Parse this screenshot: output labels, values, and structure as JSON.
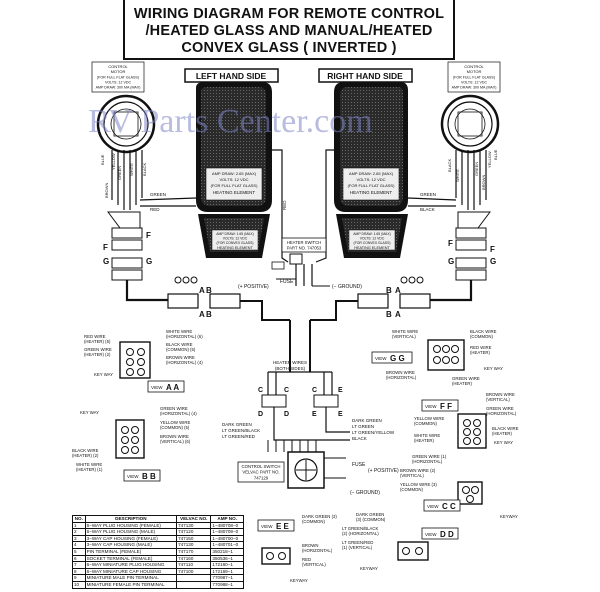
{
  "title": {
    "line1": "WIRING DIAGRAM FOR REMOTE CONTROL",
    "line2": "/HEATED GLASS AND MANUAL/HEATED",
    "line3": "CONVEX GLASS ( INVERTED )"
  },
  "watermark": "RV Parts Center.com",
  "sides": {
    "left": "LEFT HAND SIDE",
    "right": "RIGHT HAND SIDE"
  },
  "motor": {
    "line1": "CONTROL",
    "line2": "MOTOR",
    "line3": "(FOR FULL FLAT GLASS)",
    "line4": "VOLTS: 12 VDC",
    "line5": "AMP DRAW: 300 MA (MAX)"
  },
  "element_upper": {
    "line1": "AMP DRAW: 2.65 (MAX)",
    "line2": "VOLTS: 12 VDC",
    "line3": "(FOR FULL FLAT GLASS)",
    "line4": "HEATING ELEMENT"
  },
  "element_lower": {
    "line1": "AMP DRAW: 1.65 (MAX)",
    "line2": "VOLTS: 12 VDC",
    "line3": "(FOR CONVEX GLASS)",
    "line4": "HEATING ELEMENT"
  },
  "motor_wires": [
    "BLUE",
    "YELLOW",
    "BROWN",
    "GREEN",
    "WHITE",
    "BLACK"
  ],
  "wire_labels": {
    "green": "GREEN",
    "red": "RED",
    "black": "BLACK",
    "red2": "RED"
  },
  "heater_switch": {
    "line1": "HEATER SWITCH",
    "line2": "PART NO. 747053"
  },
  "power": {
    "positive": "(+ POSITIVE)",
    "fuse": "FUSE",
    "ground": "(− GROUND)"
  },
  "heater_wires": {
    "line1": "HEATER WIRES",
    "line2": "(BOTH SIDES)"
  },
  "letters": {
    "A": "A",
    "B": "B",
    "C": "C",
    "D": "D",
    "E": "E",
    "F": "F",
    "G": "G"
  },
  "control_switch": {
    "line1": "CONTROL SWITCH",
    "line2": "VELVAC PART NO.",
    "line3": "747129"
  },
  "switch_wires": [
    "DARK GREEN",
    "LT GREEN",
    "LT GREEN/YELLOW",
    "BLACK",
    "DARK GREEN",
    "LT GREEN/BLACK",
    "LT GREEN/RED"
  ],
  "bottom_power": {
    "fuse": "FUSE",
    "positive": "(+ POSITIVE)",
    "ground": "(− GROUND)"
  },
  "views": {
    "aa": {
      "label": "VIEW",
      "id": "A A"
    },
    "bb": {
      "label": "VIEW",
      "id": "B B"
    },
    "gg": {
      "label": "VIEW",
      "id": "G G"
    },
    "ff": {
      "label": "VIEW",
      "id": "F F"
    },
    "ee": {
      "label": "VIEW",
      "id": "E E"
    },
    "cc": {
      "label": "VIEW",
      "id": "C C"
    },
    "dd": {
      "label": "VIEW",
      "id": "D D"
    }
  },
  "view_aa_labels": {
    "white": "WHITE WIRE",
    "white2": "(HORIZONTAL) (6)",
    "red": "RED WIRE",
    "red2": "(HEATER) (5)",
    "green": "GREEN WIRE",
    "green2": "(HEATER) (2)",
    "black": "BLACK WIRE",
    "black2": "(COMMON) (5)",
    "brown": "BROWN WIRE",
    "brown2": "(HORIZONTAL) (4)",
    "keyway": "KEY WAY"
  },
  "view_bb_labels": {
    "green": "GREEN WIRE",
    "green2": "(HORIZONTAL) (4)",
    "keyway": "KEY WAY",
    "yellow": "YELLOW WIRE",
    "yellow2": "(COMMON) (5)",
    "brown": "BROWN WIRE",
    "brown2": "(VERTICAL) (6)",
    "black": "BLACK WIRE",
    "black2": "(HEATER) (2)",
    "white": "WHITE WIRE",
    "white2": "(HEATER) (1)"
  },
  "view_gg_labels": {
    "white": "WHITE WIRE",
    "white2": "(VERTICAL)",
    "black": "BLACK WIRE",
    "black2": "(COMMON)",
    "red": "RED WIRE",
    "red2": "(HEATER)",
    "green": "GREEN WIRE",
    "green2": "(HEATER)",
    "brown": "BROWN WIRE",
    "brown2": "(HORIZONTAL)",
    "keyway": "KEY WAY"
  },
  "view_ff_labels": {
    "brown": "BROWN WIRE",
    "brown2": "(VERTICAL)",
    "green": "GREEN WIRE",
    "green2": "(HORIZONTAL)",
    "yellow": "YELLOW WIRE",
    "yellow2": "(COMMON)",
    "white": "WHITE WIRE",
    "white2": "(HEATER)",
    "black": "BLACK WIRE",
    "black2": "(HEATER)",
    "keyway": "KEY WAY"
  },
  "view_cc_labels": {
    "green": "GREEN WIRE (1)",
    "green2": "(HORIZONTAL)",
    "brown": "BROWN WIRE (2)",
    "brown2": "(VERTICAL)",
    "yellow": "YELLOW WIRE (3)",
    "yellow2": "(COMMON)",
    "keyway": "KEYWAY"
  },
  "view_ee_labels": {
    "dg": "DARK GREEN (3)",
    "dg2": "(COMMON)",
    "brown": "BROWN",
    "brown2": "(HORIZONTAL)",
    "red": "RED",
    "red2": "(VERTICAL)",
    "keyway": "KEYWAY"
  },
  "view_dd_labels": {
    "dg": "DARK GREEN",
    "dg2": "(3) (COMMON)",
    "ltblk": "LT GREEN/BLACK",
    "ltblk2": "(2) (HORIZONTAL)",
    "ltred": "LT GREEN/RED",
    "ltred2": "(1) (VERTICAL)",
    "keyway": "KEYWAY"
  },
  "parts_table": {
    "headers": [
      "NO.",
      "DESCRIPTION",
      "VELVAC NO.",
      "AMP NO."
    ],
    "rows": [
      [
        "1",
        "6−WAY PLUG HOUSING (FEMALE)",
        "747130",
        "1−480708−0"
      ],
      [
        "2",
        "6−WAY PLUG HOUSING (MALE)",
        "747120",
        "1−480709−0"
      ],
      [
        "3",
        "3−WAY CAP HOUSING (FEMALE)",
        "747150",
        "1−480700−0"
      ],
      [
        "4",
        "3−WAY CAP HOUSING (MALE)",
        "747130",
        "1−480701−0"
      ],
      [
        "5",
        "PIN TERMINAL (FEMALE)",
        "747170",
        "350218−1"
      ],
      [
        "6",
        "SOCKET TERMINAL (FEMALE)",
        "747160",
        "350536−1"
      ],
      [
        "7",
        "6−WAY MINIATURE PLUG HOUSING",
        "747110",
        "172160−1"
      ],
      [
        "8",
        "6−WAY MINIATURE CAP HOUSING",
        "747100",
        "172169−1"
      ],
      [
        "9",
        "MINIATURE MALE PIN TERMINAL",
        "",
        "770987−1"
      ],
      [
        "10",
        "MINIATURE FEMALE PIN TERMINAL",
        "",
        "770988−1"
      ]
    ]
  }
}
